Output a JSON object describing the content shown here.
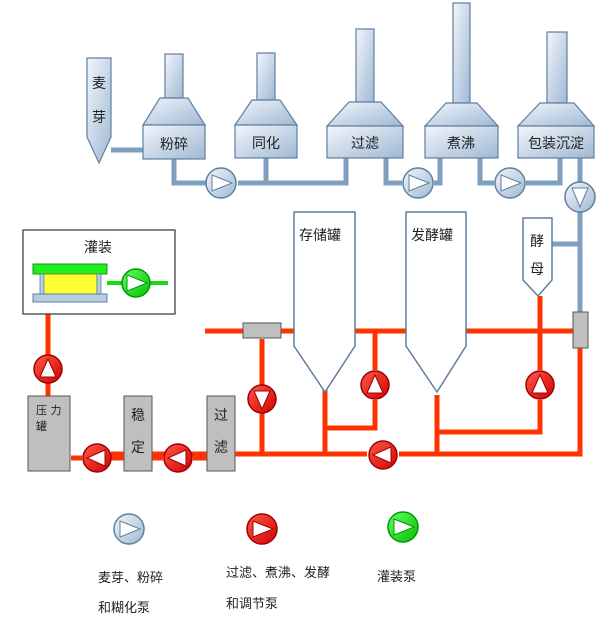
{
  "colors": {
    "blue_pipe": "#7f9fbf",
    "blue_fill": "#b7cde4",
    "blue_stroke": "#5f7f9f",
    "red": "#ff3300",
    "red_pump": "#e01010",
    "green": "#11dd11",
    "green_fill": "#22ee22",
    "yellow": "#ffff33",
    "gray_fill": "#bfbfbf"
  },
  "units": {
    "malt": [
      "麦",
      "芽"
    ],
    "grinding": "粉碎",
    "mashing": "同化",
    "filter": "过滤",
    "boiling": "煮沸",
    "settling": "包装沉淀",
    "storage_tank": "存储罐",
    "ferment_tank": "发酵罐",
    "yeast": [
      "酵",
      "母"
    ],
    "filling": "灌装",
    "pressure_tank": [
      "压 力",
      "罐"
    ],
    "stabilize": [
      "稳",
      "定"
    ],
    "filter2": [
      "过",
      "滤"
    ]
  },
  "legend": [
    {
      "icon": "blue-pump-icon",
      "lines": [
        "麦芽、粉碎",
        "和糊化泵"
      ]
    },
    {
      "icon": "red-pump-icon",
      "lines": [
        "过滤、煮沸、发酵",
        "和调节泵"
      ]
    },
    {
      "icon": "green-pump-icon",
      "lines": [
        "灌装泵"
      ]
    }
  ]
}
